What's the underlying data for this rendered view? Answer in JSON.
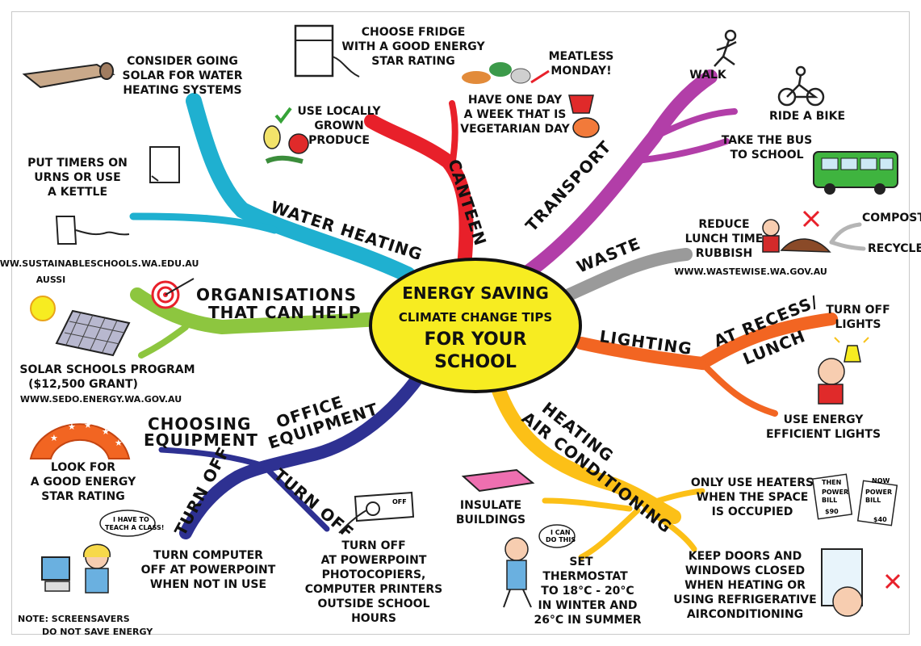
{
  "center": {
    "line1": "ENERGY SAVING",
    "line2": "CLIMATE CHANGE TIPS",
    "line3": "FOR YOUR",
    "line4": "SCHOOL"
  },
  "branches": {
    "water_heating": "WATER HEATING",
    "canteen": "CANTEEN",
    "transport": "TRANSPORT",
    "waste": "WASTE",
    "lighting": "LIGHTING",
    "at_recess": "AT RECESS/",
    "lunch": "LUNCH",
    "heating": "HEATING",
    "air_conditioning": "AIR CONDITIONING",
    "organisations_1": "ORGANISATIONS",
    "organisations_2": "THAT CAN HELP",
    "office_1": "OFFICE",
    "office_2": "EQUIPMENT",
    "choosing_1": "CHOOSING",
    "choosing_2": "EQUIPMENT",
    "turn_off_a": "TURN OFF",
    "turn_off_b": "TURN OFF"
  },
  "tips": {
    "solar_water": [
      "CONSIDER GOING",
      "SOLAR FOR WATER",
      "HEATING SYSTEMS"
    ],
    "timers": [
      "PUT TIMERS ON",
      "URNS OR USE",
      "A KETTLE"
    ],
    "fridge": [
      "CHOOSE FRIDGE",
      "WITH A GOOD ENERGY",
      "STAR RATING"
    ],
    "local_produce": [
      "USE LOCALLY",
      "GROWN",
      "PRODUCE"
    ],
    "meatless": [
      "MEATLESS",
      "MONDAY!"
    ],
    "vegetarian": [
      "HAVE ONE DAY",
      "A WEEK THAT IS",
      "VEGETARIAN DAY"
    ],
    "walk": "WALK",
    "bike": "RIDE A BIKE",
    "bus": [
      "TAKE THE BUS",
      "TO SCHOOL"
    ],
    "rubbish": [
      "REDUCE",
      "LUNCH TIME",
      "RUBBISH"
    ],
    "wastewise": "WWW.WASTEWISE.WA.GOV.AU",
    "compost": "COMPOST",
    "recycle": "RECYCLE",
    "turn_off_lights": [
      "TURN OFF",
      "LIGHTS"
    ],
    "efficient_lights": [
      "USE ENERGY",
      "EFFICIENT LIGHTS"
    ],
    "heaters": [
      "ONLY USE HEATERS",
      "WHEN THE SPACE",
      "IS OCCUPIED"
    ],
    "doors": [
      "KEEP DOORS AND",
      "WINDOWS CLOSED",
      "WHEN HEATING OR",
      "USING REFRIGERATIVE",
      "AIRCONDITIONING"
    ],
    "insulate": [
      "INSULATE",
      "BUILDINGS"
    ],
    "thermostat": [
      "SET",
      "THERMOSTAT",
      "TO 18°C - 20°C",
      "IN WINTER AND",
      "26°C IN SUMMER"
    ],
    "i_can_do_this": [
      "I CAN",
      "DO THIS"
    ],
    "sustainable_url": "WWW.SUSTAINABLESCHOOLS.WA.EDU.AU",
    "aussi": "AUSSI",
    "solar_schools": [
      "SOLAR SCHOOLS PROGRAM",
      "($12,500 GRANT)"
    ],
    "sedo_url": "WWW.SEDO.ENERGY.WA.GOV.AU",
    "star_rating": [
      "LOOK FOR",
      "A GOOD ENERGY",
      "STAR RATING"
    ],
    "teach": [
      "I HAVE TO",
      "TEACH A CLASS!"
    ],
    "computer": [
      "TURN COMPUTER",
      "OFF AT POWERPOINT",
      "WHEN NOT IN USE"
    ],
    "photocopiers": [
      "TURN OFF",
      "AT POWERPOINT",
      "PHOTOCOPIERS,",
      "COMPUTER PRINTERS",
      "OUTSIDE SCHOOL",
      "HOURS"
    ],
    "note": [
      "NOTE: SCREENSAVERS",
      "DO NOT SAVE ENERGY"
    ],
    "off_label": "OFF",
    "then_label": "THEN",
    "now_label": "NOW",
    "power_bill": [
      "POWER",
      "BILL"
    ],
    "bill_then": "$90",
    "bill_now": "$40"
  },
  "colors": {
    "center_fill": "#f7ec21",
    "water_heating": "#1fb0d0",
    "canteen": "#e8202a",
    "transport": "#b23ea8",
    "waste": "#9a9a9a",
    "lighting": "#f26522",
    "heating": "#fcc017",
    "office": "#2e3192",
    "organisations": "#8dc63f"
  }
}
